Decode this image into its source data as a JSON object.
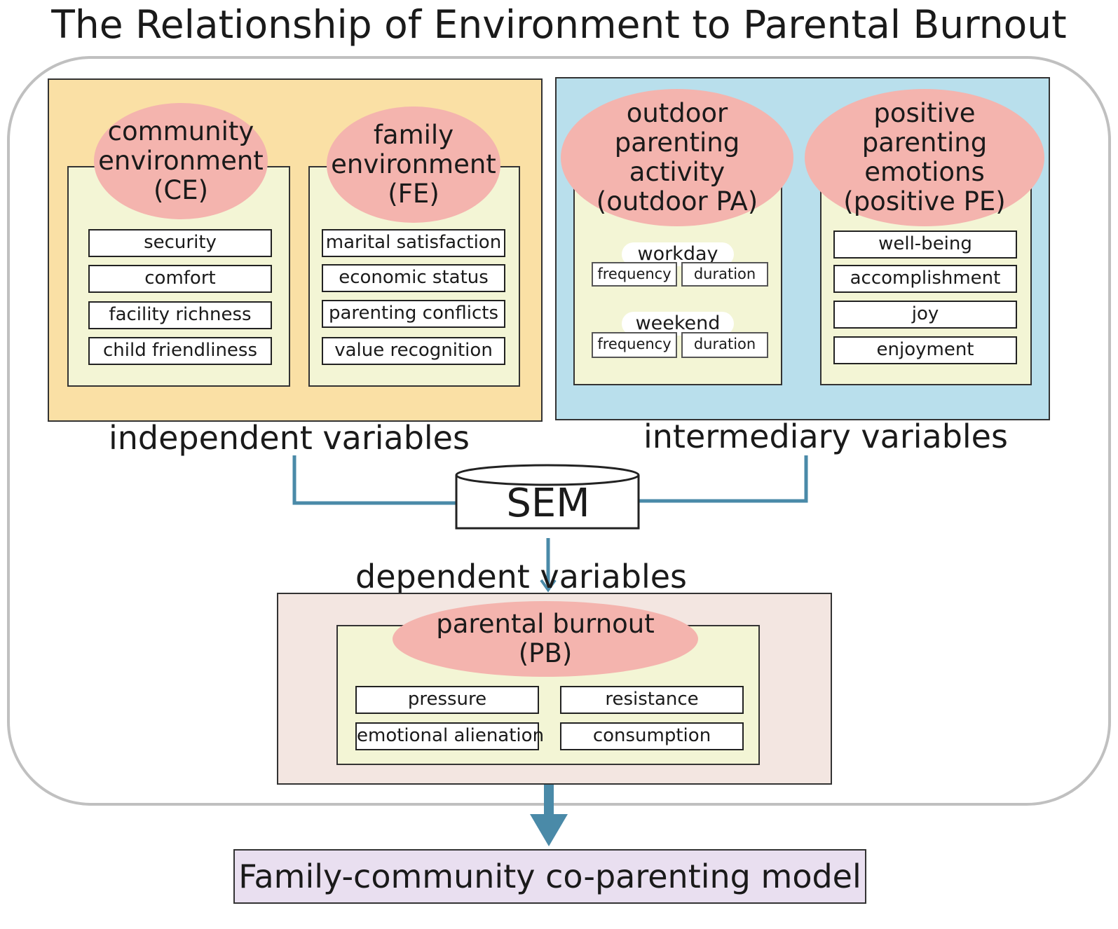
{
  "title": "The Relationship of Environment to Parental Burnout",
  "independent": {
    "label": "independent  variables",
    "community": {
      "name": "community\nenvironment\n(CE)",
      "items": [
        "security",
        "comfort",
        "facility richness",
        "child friendliness"
      ]
    },
    "family": {
      "name": "family\nenvironment\n(FE)",
      "items": [
        "marital satisfaction",
        "economic status",
        "parenting conflicts",
        "value recognition"
      ]
    }
  },
  "intermediary": {
    "label": "intermediary variables",
    "outdoor": {
      "name": "outdoor\nparenting\nactivity\n(outdoor PA)",
      "workday": "workday",
      "weekend": "weekend",
      "frequency": "frequency",
      "duration": "duration"
    },
    "positive": {
      "name": "positive\nparenting\nemotions\n(positive PE)",
      "items": [
        "well-being",
        "accomplishment",
        "joy",
        "enjoyment"
      ]
    }
  },
  "sem": "SEM",
  "dependent": {
    "label": "dependent variables",
    "name": "parental burnout\n(PB)",
    "items": [
      "pressure",
      "resistance",
      "emotional alienation",
      "consumption"
    ]
  },
  "result": "Family-community co-parenting model",
  "colors": {
    "orange_panel": "#fae0a5",
    "blue_panel": "#b9dfec",
    "pink_panel": "#f3e6e1",
    "inner_box": "#f3f5d5",
    "oval": "#f4b4ae",
    "connector": "#4a8aa8",
    "result_box": "#e9dff0"
  }
}
